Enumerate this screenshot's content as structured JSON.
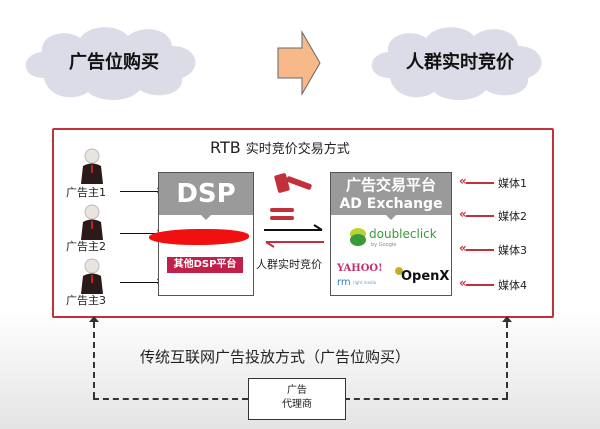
{
  "top": {
    "cloud_left": "广告位购买",
    "cloud_right": "人群实时竞价",
    "arrow_color": "#f8b98a",
    "cloud_color": "#dcdce8"
  },
  "rtb": {
    "title_main": "RTB",
    "title_sub": "实时竞价交易方式",
    "frame_color": "#c2303c",
    "advertisers": [
      "广告主1",
      "广告主2",
      "广告主3"
    ],
    "dsp": {
      "header": "DSP",
      "other_label": "其他DSP平台"
    },
    "bid_label": "人群实时竞价",
    "ad_exchange": {
      "header_cn": "广告交易平台",
      "header_en": "AD Exchange",
      "logos": [
        "doubleclick",
        "by Google",
        "YAHOO!",
        "rm",
        "right media",
        "OpenX"
      ]
    },
    "media": [
      "媒体1",
      "媒体2",
      "媒体3",
      "媒体4"
    ]
  },
  "traditional": {
    "title": "传统互联网广告投放方式（广告位购买）",
    "agency_line1": "广告",
    "agency_line2": "代理商"
  }
}
